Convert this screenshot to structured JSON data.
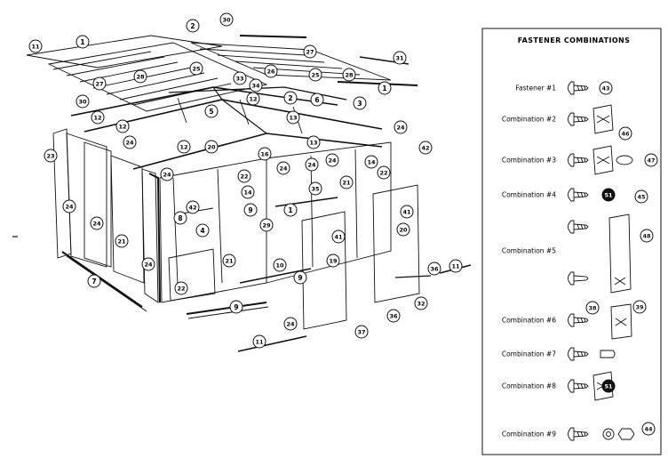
{
  "fastener_panel": {
    "title": "FASTENER COMBINATIONS",
    "rows": [
      {
        "label": "Fastener #1",
        "parts": [
          "43"
        ]
      },
      {
        "label": "Combination #2",
        "parts": [
          "46"
        ]
      },
      {
        "label": "Combination #3",
        "parts": [
          "47"
        ]
      },
      {
        "label": "Combination #4",
        "parts": [
          "51",
          "45"
        ]
      },
      {
        "label": "Combination #5",
        "parts": [
          "48"
        ]
      },
      {
        "label": "Combination #6",
        "parts": [
          "38",
          "39"
        ]
      },
      {
        "label": "Combination #7",
        "parts": []
      },
      {
        "label": "Combination #8",
        "parts": [
          "51"
        ]
      },
      {
        "label": "Combination #9",
        "parts": [
          "44"
        ]
      }
    ]
  },
  "callouts": [
    "1",
    "2",
    "3",
    "4",
    "5",
    "6",
    "7",
    "8",
    "9",
    "10",
    "11",
    "12",
    "13",
    "14",
    "16",
    "19",
    "20",
    "21",
    "22",
    "23",
    "24",
    "25",
    "26",
    "27",
    "28",
    "29",
    "30",
    "31",
    "32",
    "33",
    "34",
    "35",
    "36",
    "37",
    "41",
    "42"
  ]
}
